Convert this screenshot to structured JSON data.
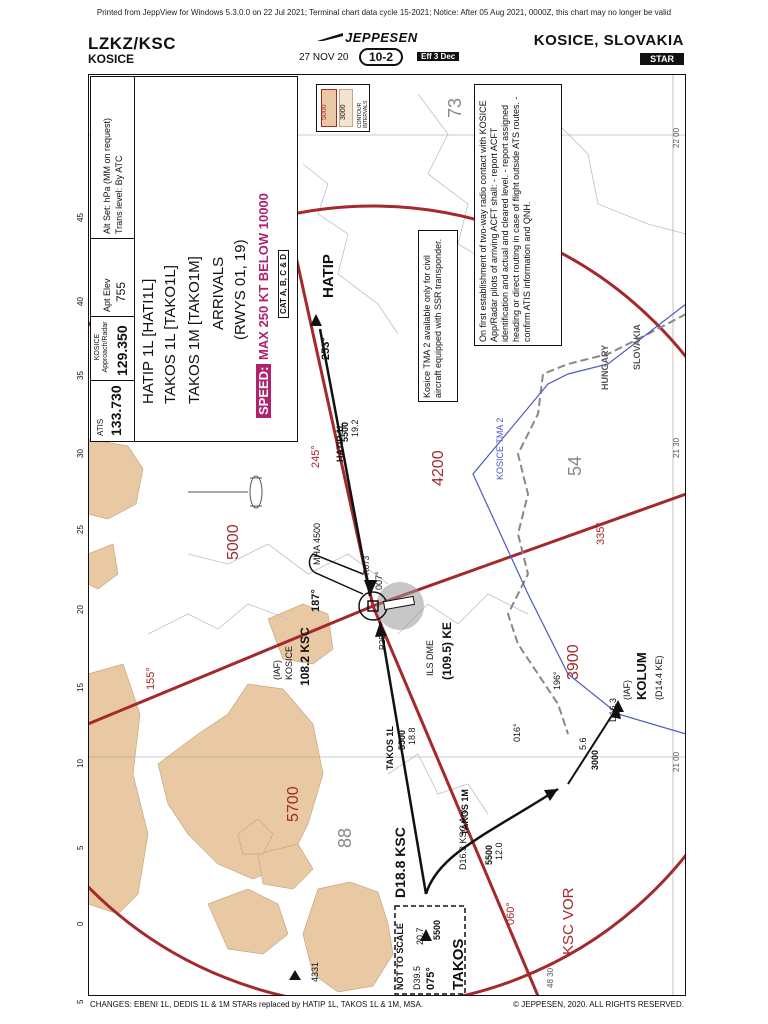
{
  "print_line": "Printed from JeppView for Windows 5.3.0.0 on 22 Jul 2021; Terminal chart data cycle 15-2021; Notice: After 05 Aug 2021, 0000Z, this chart may no longer be valid",
  "header": {
    "ident": "LZKZ/KSC",
    "city": "KOSICE",
    "publisher": "JEPPESEN",
    "date": "27 NOV 20",
    "chart_number": "10-2",
    "effective": "Eff 3 Dec",
    "place": "KOSICE, SLOVAKIA",
    "chart_type": "STAR"
  },
  "info_box": {
    "atis_label": "ATIS",
    "atis_freq": "133.730",
    "approach_label": "KOSICE Approach/Radar",
    "approach_freq": "129.350",
    "apt_elev_label": "Apt Elev",
    "apt_elev": "755",
    "alt_set": "Alt Set: hPa (MM on request)",
    "trans_level": "Trans level: By ATC",
    "procedures": [
      "HATIP 1L [HATI1L]",
      "TAKOS 1L [TAKO1L]",
      "TAKOS 1M [TAKO1M]",
      "ARRIVALS",
      "(RWYS 01, 19)"
    ],
    "speed_label": "SPEED:",
    "speed_text": "MAX 250 KT BELOW 10000",
    "cat": "CAT A, B, C & D"
  },
  "contour": {
    "label": "CONTOUR INTERVALS",
    "values": [
      "5000",
      "3000"
    ]
  },
  "notes": {
    "tma_note": "Kosice TMA 2 available only for civil aircraft equipped with SSR transponder.",
    "radio_note": "On first establishment of two-way radio contact with KOSICE App/Radar pilots of arriving ACFT shall:",
    "radio_items": [
      "- report ACFT identification and actual and cleared level.",
      "- report assigned heading or direct routing in case of flight outside ATS routes.",
      "- confirm ATIS information and QNH."
    ]
  },
  "map": {
    "msa_values": [
      "5000",
      "4200",
      "3900",
      "5700"
    ],
    "terrain_numbers": [
      "73",
      "54",
      "88"
    ],
    "bearings": [
      "245°",
      "335°",
      "155°",
      "060°"
    ],
    "ksc_vor": "KSC VOR",
    "countries": [
      "SLOVAKIA",
      "HUNGARY"
    ],
    "tma_label": "KOSICE TMA 2",
    "fixes": {
      "hatip": "HATIP",
      "hatip_radial": "253°",
      "hatip_route": "HATIP 1L",
      "hatip_alt": "5500",
      "hatip_dist": "19.2",
      "takos": "TAKOS",
      "takos_radial": "075°",
      "takos_alt": "5500",
      "takos_dist": "20.7",
      "takos_dme": "D39.5",
      "takos_1l": "TAKOS 1L",
      "takos_1l_alt": "5500",
      "takos_1l_dist": "18.8",
      "takos_1m": "TAKOS 1M",
      "takos_1m_arc": "D16.3 KSC Arc",
      "takos_1m_alt": "5500",
      "takos_1m_dist": "12.0",
      "d18": "D18.8 KSC",
      "not_to_scale": "NOT TO SCALE",
      "kolum": "KOLUM",
      "kolum_iaf": "(IAF)",
      "kolum_dme": "(D14.4 KE)",
      "kolum_alt": "3000",
      "kolum_dist": "5.6",
      "d163": "D16.3",
      "r196": "196°",
      "r016": "016°",
      "vor_iaf": "(IAF)",
      "vor_name": "KOSICE",
      "vor_freq": "108.2 KSC",
      "ils_label": "ILS DME",
      "ils_freq": "(109.5) KE",
      "r073": "R073",
      "r256": "R256",
      "mha": "MHA 4500",
      "hold_out": "187°",
      "hold_in": "007°",
      "elev_point": "4331",
      "grid_21_30": "21 30",
      "grid_21_00": "21 00",
      "grid_22_00": "22 00",
      "grid_48_30": "48 30"
    },
    "lat_ticks": [
      "45",
      "40",
      "35",
      "30",
      "25",
      "20",
      "15",
      "10",
      "5",
      "0",
      "5"
    ]
  },
  "footer": {
    "changes": "CHANGES:  EBENI 1L, DEDIS 1L & 1M STARs replaced by HATIP 1L, TAKOS 1L & 1M, MSA.",
    "copyright": "© JEPPESEN, 2020.  ALL RIGHTS RESERVED."
  },
  "colors": {
    "msa_red": "#a5282c",
    "terrain": "#e8c9a3",
    "tma_blue": "#4b57c8",
    "magenta": "#b0226c"
  }
}
